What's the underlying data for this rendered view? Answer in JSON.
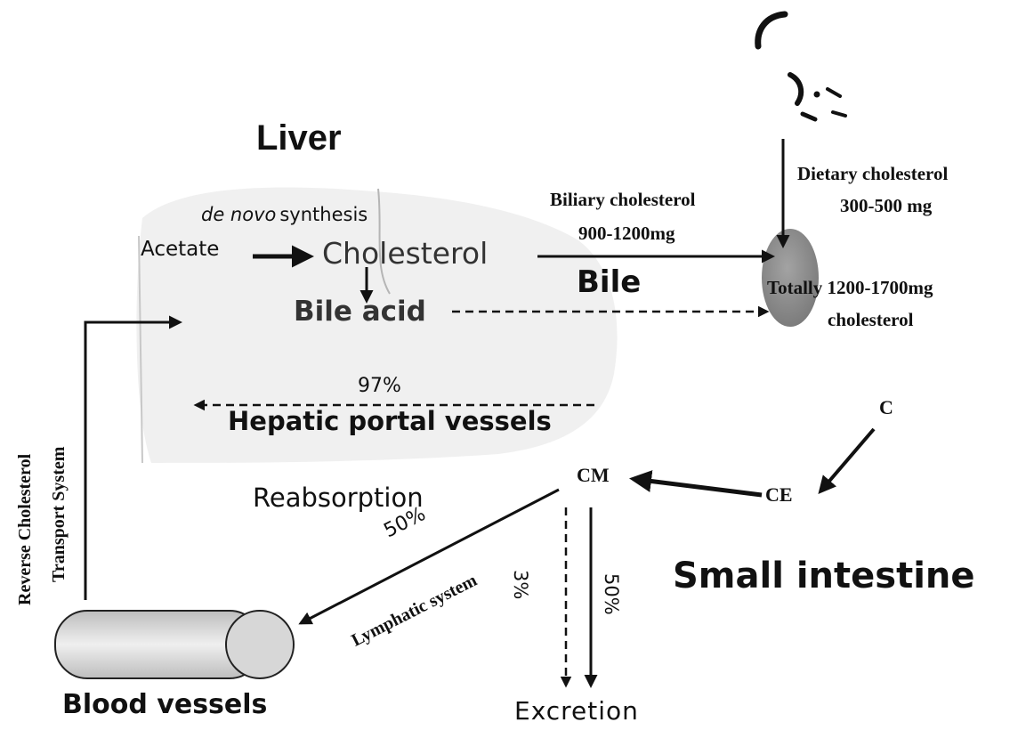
{
  "labels": {
    "liver": "Liver",
    "de_novo_prefix": "de novo",
    "de_novo_suffix": "synthesis",
    "acetate": "Acetate",
    "cholesterol": "Cholesterol",
    "bile_acid": "Bile acid",
    "biliary_cholesterol": "Biliary cholesterol",
    "biliary_amount": "900-1200mg",
    "bile": "Bile",
    "dietary_cholesterol": "Dietary cholesterol",
    "dietary_amount": "300-500 mg",
    "totally_line1": "Totally 1200-1700mg",
    "totally_line2": "cholesterol",
    "pct_97": "97%",
    "hepatic_portal": "Hepatic portal vessels",
    "c": "C",
    "ce": "CE",
    "cm": "CM",
    "reabsorption": "Reabsorption",
    "pct_50_lymph": "50%",
    "lymphatic": "Lymphatic system",
    "pct_3": "3%",
    "pct_50_excr": "50%",
    "small_intestine": "Small intestine",
    "reverse_line1": "Reverse Cholesterol",
    "reverse_line2": "Transport System",
    "blood_vessels": "Blood vessels",
    "excretion": "Excretion"
  },
  "colors": {
    "stroke": "#111111",
    "liver_shade": "#e4e4e4",
    "gallbladder": "#8f8f8f",
    "vessel": "#cfcfcf"
  }
}
